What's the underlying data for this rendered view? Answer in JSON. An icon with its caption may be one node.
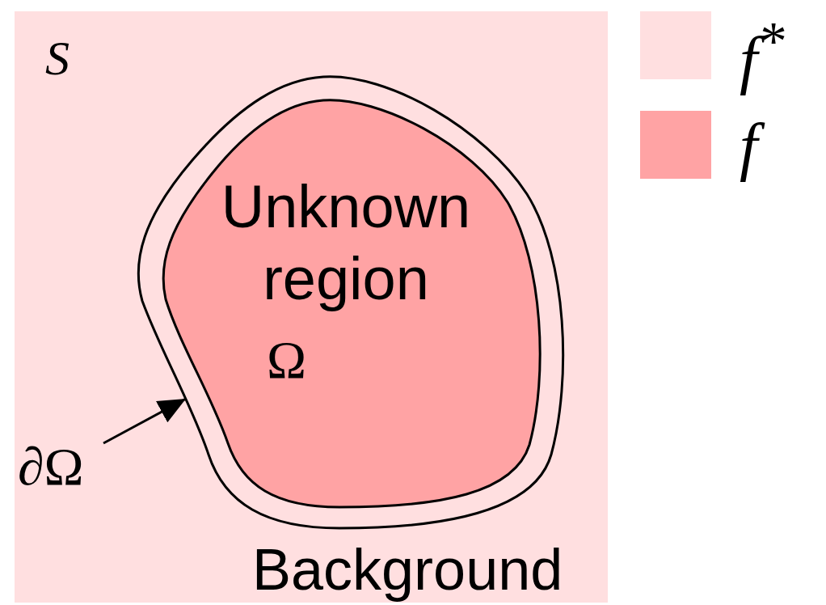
{
  "diagram": {
    "nodes": [
      {
        "text": [
          "S",
          "Background"
        ]
      },
      {
        "text": [],
        "shape": "band",
        "in": 0
      },
      {
        "text": [
          "Unknown region",
          "Ω"
        ],
        "in": 1
      },
      {
        "text": [
          "∂Ω"
        ],
        "in": 0
      }
    ],
    "edges": [
      {
        "from": 3,
        "to": 1,
        "arrow": "to"
      }
    ],
    "legend": [
      {
        "text": "f$^{*}$",
        "color": "#ffdfe0"
      },
      {
        "text": "f",
        "color": "#ffa3a4"
      }
    ]
  }
}
